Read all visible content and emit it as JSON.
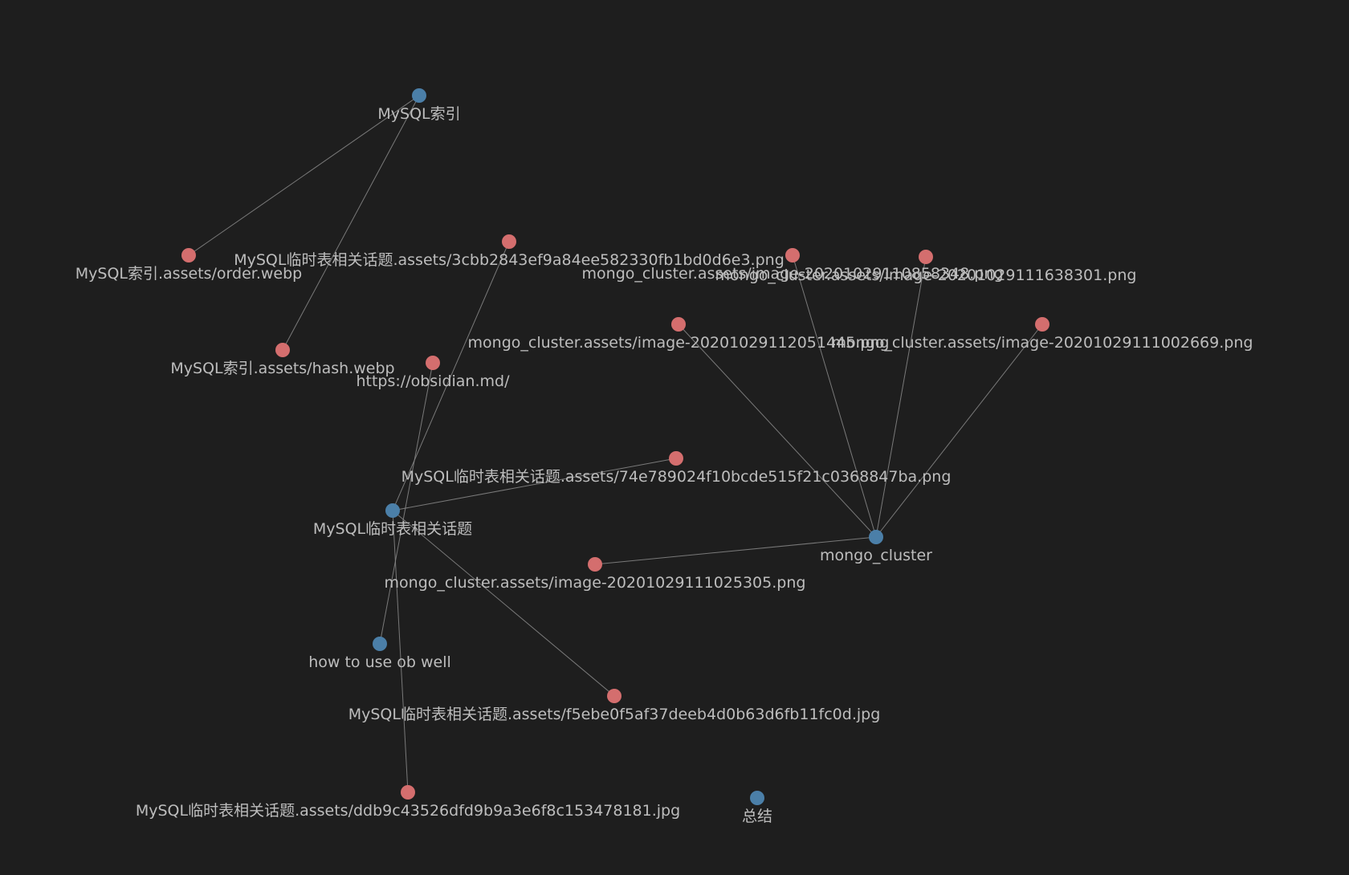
{
  "theme": {
    "background": "#1e1e1e",
    "edge_color": "#8a8a8a",
    "label_color": "#bdbdbd",
    "note_node_color": "#4b7fa8",
    "attachment_node_color": "#d46e6e"
  },
  "graph": {
    "nodes": [
      {
        "id": "mysql-index",
        "label": "MySQL索引",
        "kind": "note"
      },
      {
        "id": "mysql-index-order",
        "label": "MySQL索引.assets/order.webp",
        "kind": "attachment"
      },
      {
        "id": "mysql-index-hash",
        "label": "MySQL索引.assets/hash.webp",
        "kind": "attachment"
      },
      {
        "id": "mysql-temp-3cbb",
        "label": "MySQL临时表相关话题.assets/3cbb2843ef9a84ee582330fb1bd0d6e3.png",
        "kind": "attachment"
      },
      {
        "id": "obsidian-url",
        "label": "https://obsidian.md/",
        "kind": "attachment"
      },
      {
        "id": "mysql-temp",
        "label": "MySQL临时表相关话题",
        "kind": "note"
      },
      {
        "id": "mysql-temp-74e7",
        "label": "MySQL临时表相关话题.assets/74e789024f10bcde515f21c0368847ba.png",
        "kind": "attachment"
      },
      {
        "id": "how-to-use-ob",
        "label": "how to use ob well",
        "kind": "note"
      },
      {
        "id": "mysql-temp-f5eb",
        "label": "MySQL临时表相关话题.assets/f5ebe0f5af37deeb4d0b63d6fb11fc0d.jpg",
        "kind": "attachment"
      },
      {
        "id": "mysql-temp-ddb9",
        "label": "MySQL临时表相关话题.assets/ddb9c43526dfd9b9a3e6f8c153478181.jpg",
        "kind": "attachment"
      },
      {
        "id": "summary",
        "label": "总结",
        "kind": "note"
      },
      {
        "id": "mongo-cluster",
        "label": "mongo_cluster",
        "kind": "note"
      },
      {
        "id": "mongo-img-0858",
        "label": "mongo_cluster.assets/image-20201029110858348.png",
        "kind": "attachment"
      },
      {
        "id": "mongo-img-1638",
        "label": "mongo_cluster.assets/image-20201029111638301.png",
        "kind": "attachment"
      },
      {
        "id": "mongo-img-2051",
        "label": "mongo_cluster.assets/image-20201029112051445.png",
        "kind": "attachment"
      },
      {
        "id": "mongo-img-1002",
        "label": "mongo_cluster.assets/image-20201029111002669.png",
        "kind": "attachment"
      },
      {
        "id": "mongo-img-1025",
        "label": "mongo_cluster.assets/image-20201029111025305.png",
        "kind": "attachment"
      }
    ],
    "edges": [
      {
        "from": "mysql-index",
        "to": "mysql-index-order"
      },
      {
        "from": "mysql-index",
        "to": "mysql-index-hash"
      },
      {
        "from": "mysql-temp",
        "to": "mysql-temp-3cbb"
      },
      {
        "from": "mysql-temp",
        "to": "mysql-temp-74e7"
      },
      {
        "from": "mysql-temp",
        "to": "mysql-temp-f5eb"
      },
      {
        "from": "mysql-temp",
        "to": "mysql-temp-ddb9"
      },
      {
        "from": "how-to-use-ob",
        "to": "obsidian-url"
      },
      {
        "from": "mongo-cluster",
        "to": "mongo-img-0858"
      },
      {
        "from": "mongo-cluster",
        "to": "mongo-img-1638"
      },
      {
        "from": "mongo-cluster",
        "to": "mongo-img-2051"
      },
      {
        "from": "mongo-cluster",
        "to": "mongo-img-1002"
      },
      {
        "from": "mongo-cluster",
        "to": "mongo-img-1025"
      }
    ]
  }
}
